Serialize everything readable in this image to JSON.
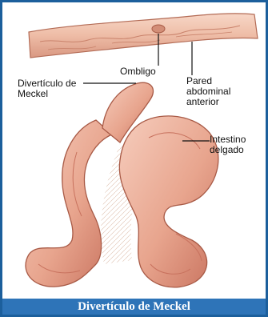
{
  "labels": {
    "ombligo": "Ombligo",
    "diverticulo": "Divertículo de Meckel",
    "pared": "Pared abdominal anterior",
    "intestino": "Intestino delgado"
  },
  "caption": "Divertículo de Meckel",
  "colors": {
    "border": "#1c5f9c",
    "caption_bg": "#2e74b8",
    "intestine": "#e8a58e",
    "intestine_shade": "#c8725e",
    "wall": "#f1c7b5"
  }
}
